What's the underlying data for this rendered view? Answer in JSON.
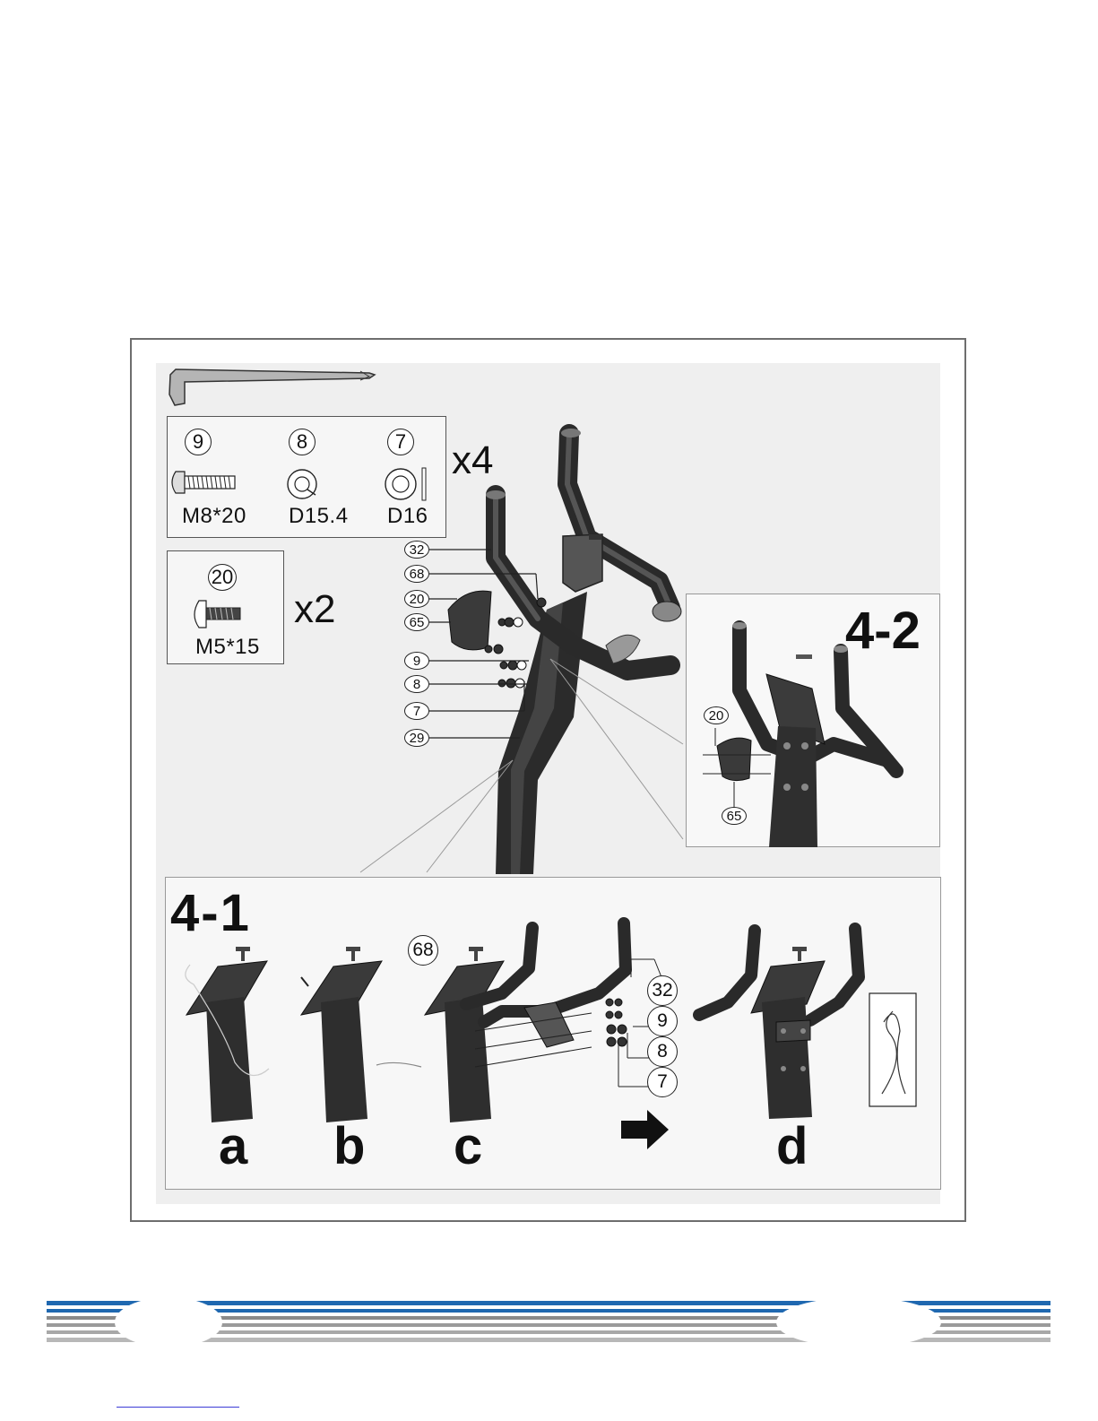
{
  "tools": {
    "hardware_set_1": {
      "parts": [
        {
          "number": "9",
          "spec": "M8*20",
          "icon": "bolt-icon"
        },
        {
          "number": "8",
          "spec": "D15.4",
          "icon": "spring-washer-icon"
        },
        {
          "number": "7",
          "spec": "D16",
          "icon": "flat-washer-icon"
        }
      ],
      "quantity": "x4"
    },
    "hardware_set_2": {
      "parts": [
        {
          "number": "20",
          "spec": "M5*15",
          "icon": "screw-icon"
        }
      ],
      "quantity": "x2"
    }
  },
  "main_callouts": [
    "32",
    "68",
    "20",
    "65",
    "9",
    "8",
    "7",
    "29"
  ],
  "detail_4_2": {
    "title": "4-2",
    "callouts": [
      "20",
      "65"
    ]
  },
  "detail_4_1": {
    "title": "4-1",
    "sub_steps": [
      "a",
      "b",
      "c",
      "d"
    ],
    "callouts_c": [
      "68",
      "32",
      "9",
      "8",
      "7"
    ]
  },
  "colors": {
    "frame_border": "#6e6e6e",
    "background_gray": "#efefef",
    "tube_dark": "#2e2e2e",
    "footer_blue": "#1f68b0",
    "footer_gray": "#9a9a9a"
  }
}
